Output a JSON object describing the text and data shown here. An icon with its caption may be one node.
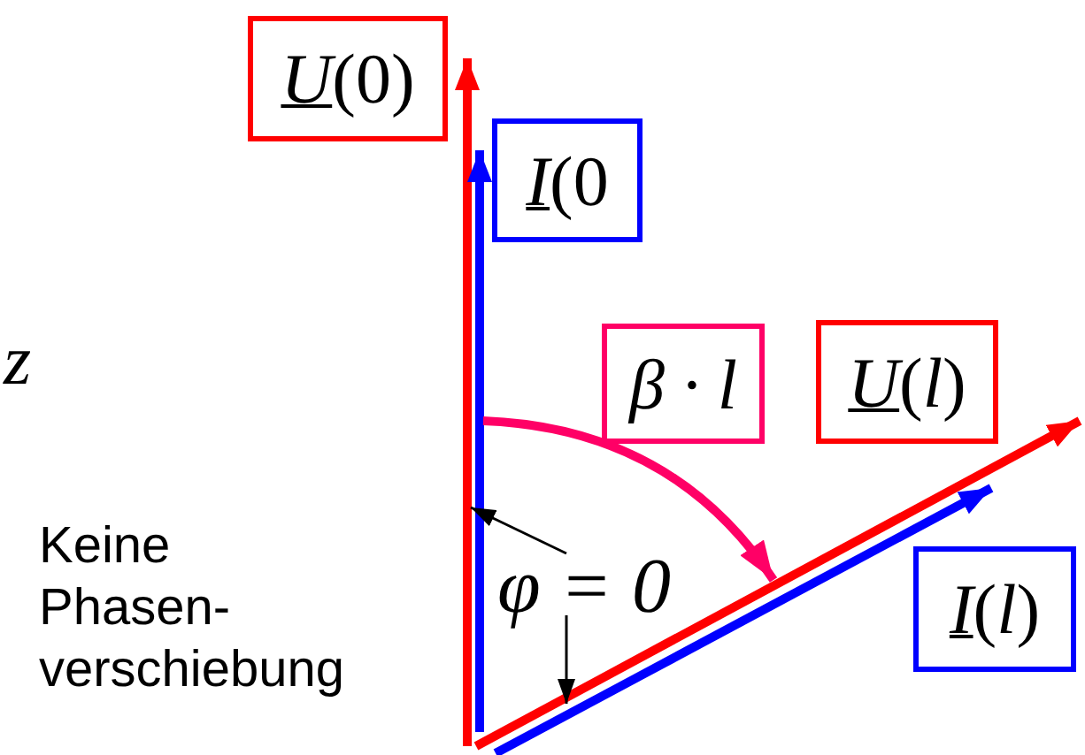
{
  "diagram": {
    "nodes": [
      {
        "text": [
          "U(0)"
        ]
      },
      {
        "text": [
          "I(0"
        ]
      },
      {
        "text": [
          "β · l"
        ]
      },
      {
        "text": [
          "U(l)"
        ]
      },
      {
        "text": [
          "I(l)"
        ]
      },
      {
        "text": [
          "φ = 0"
        ]
      }
    ],
    "edges": [
      {
        "from": 5,
        "to": null,
        "arrow": "to"
      },
      {
        "from": 5,
        "to": null,
        "arrow": "to"
      }
    ],
    "labels": [
      "z",
      "Keine Phasen- verschiebung"
    ]
  }
}
